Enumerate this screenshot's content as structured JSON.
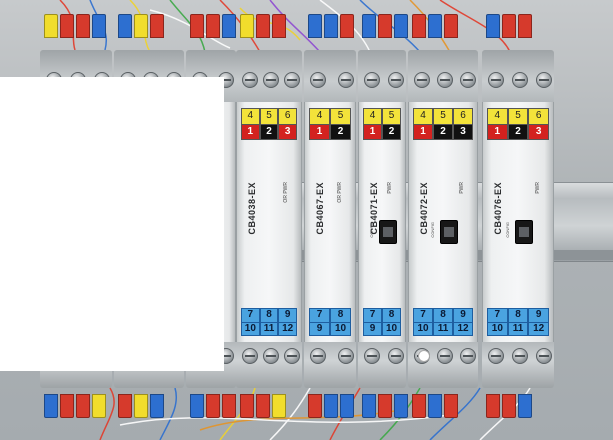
{
  "modules": [
    {
      "id": "m1",
      "model": "",
      "top_upper": [
        "",
        "",
        ""
      ],
      "top_lower": [
        "",
        "",
        ""
      ],
      "bottom_upper": [
        "",
        "",
        ""
      ],
      "bottom_lower": [
        "",
        "",
        ""
      ]
    },
    {
      "id": "m2",
      "model": "",
      "top_upper": [
        "",
        "",
        ""
      ],
      "top_lower": [
        "",
        "",
        ""
      ],
      "bottom_upper": [
        "",
        "",
        ""
      ],
      "bottom_lower": [
        "",
        "",
        ""
      ]
    },
    {
      "id": "m3",
      "model": "",
      "top_upper": [
        "",
        "",
        ""
      ],
      "top_lower": [
        "",
        "",
        ""
      ],
      "bottom_upper": [
        "",
        "",
        ""
      ],
      "bottom_lower": [
        "",
        "",
        ""
      ]
    },
    {
      "id": "m4",
      "model": "CB4038-EX",
      "status": "OR PWR",
      "top_upper": [
        "4",
        "5",
        "6"
      ],
      "top_lower": [
        "1",
        "2",
        "3"
      ],
      "bottom_upper": [
        "7",
        "8",
        "9"
      ],
      "bottom_lower": [
        "10",
        "11",
        "12"
      ]
    },
    {
      "id": "m5",
      "model": "CB4067-EX",
      "status": "OR PWR",
      "top_upper": [
        "4",
        "5"
      ],
      "top_lower": [
        "1",
        "2"
      ],
      "bottom_upper": [
        "7",
        "8"
      ],
      "bottom_lower": [
        "9",
        "10"
      ]
    },
    {
      "id": "m6",
      "model": "CB4071-EX",
      "status": "PWR",
      "usb_label": "CONFIG",
      "top_upper": [
        "4",
        "5"
      ],
      "top_lower": [
        "1",
        "2"
      ],
      "bottom_upper": [
        "7",
        "8"
      ],
      "bottom_lower": [
        "9",
        "10"
      ]
    },
    {
      "id": "m7",
      "model": "CB4072-EX",
      "status": "PWR",
      "usb_label": "CONFIG",
      "top_upper": [
        "4",
        "5",
        "6"
      ],
      "top_lower": [
        "1",
        "2",
        "3"
      ],
      "bottom_upper": [
        "7",
        "8",
        "9"
      ],
      "bottom_lower": [
        "10",
        "11",
        "12"
      ]
    },
    {
      "id": "m8",
      "model": "CB4076-EX",
      "status": "PWR",
      "usb_label": "CONFIG",
      "top_upper": [
        "4",
        "5",
        "6"
      ],
      "top_lower": [
        "1",
        "2",
        "3"
      ],
      "bottom_upper": [
        "7",
        "8",
        "9"
      ],
      "bottom_lower": [
        "10",
        "11",
        "12"
      ]
    }
  ]
}
